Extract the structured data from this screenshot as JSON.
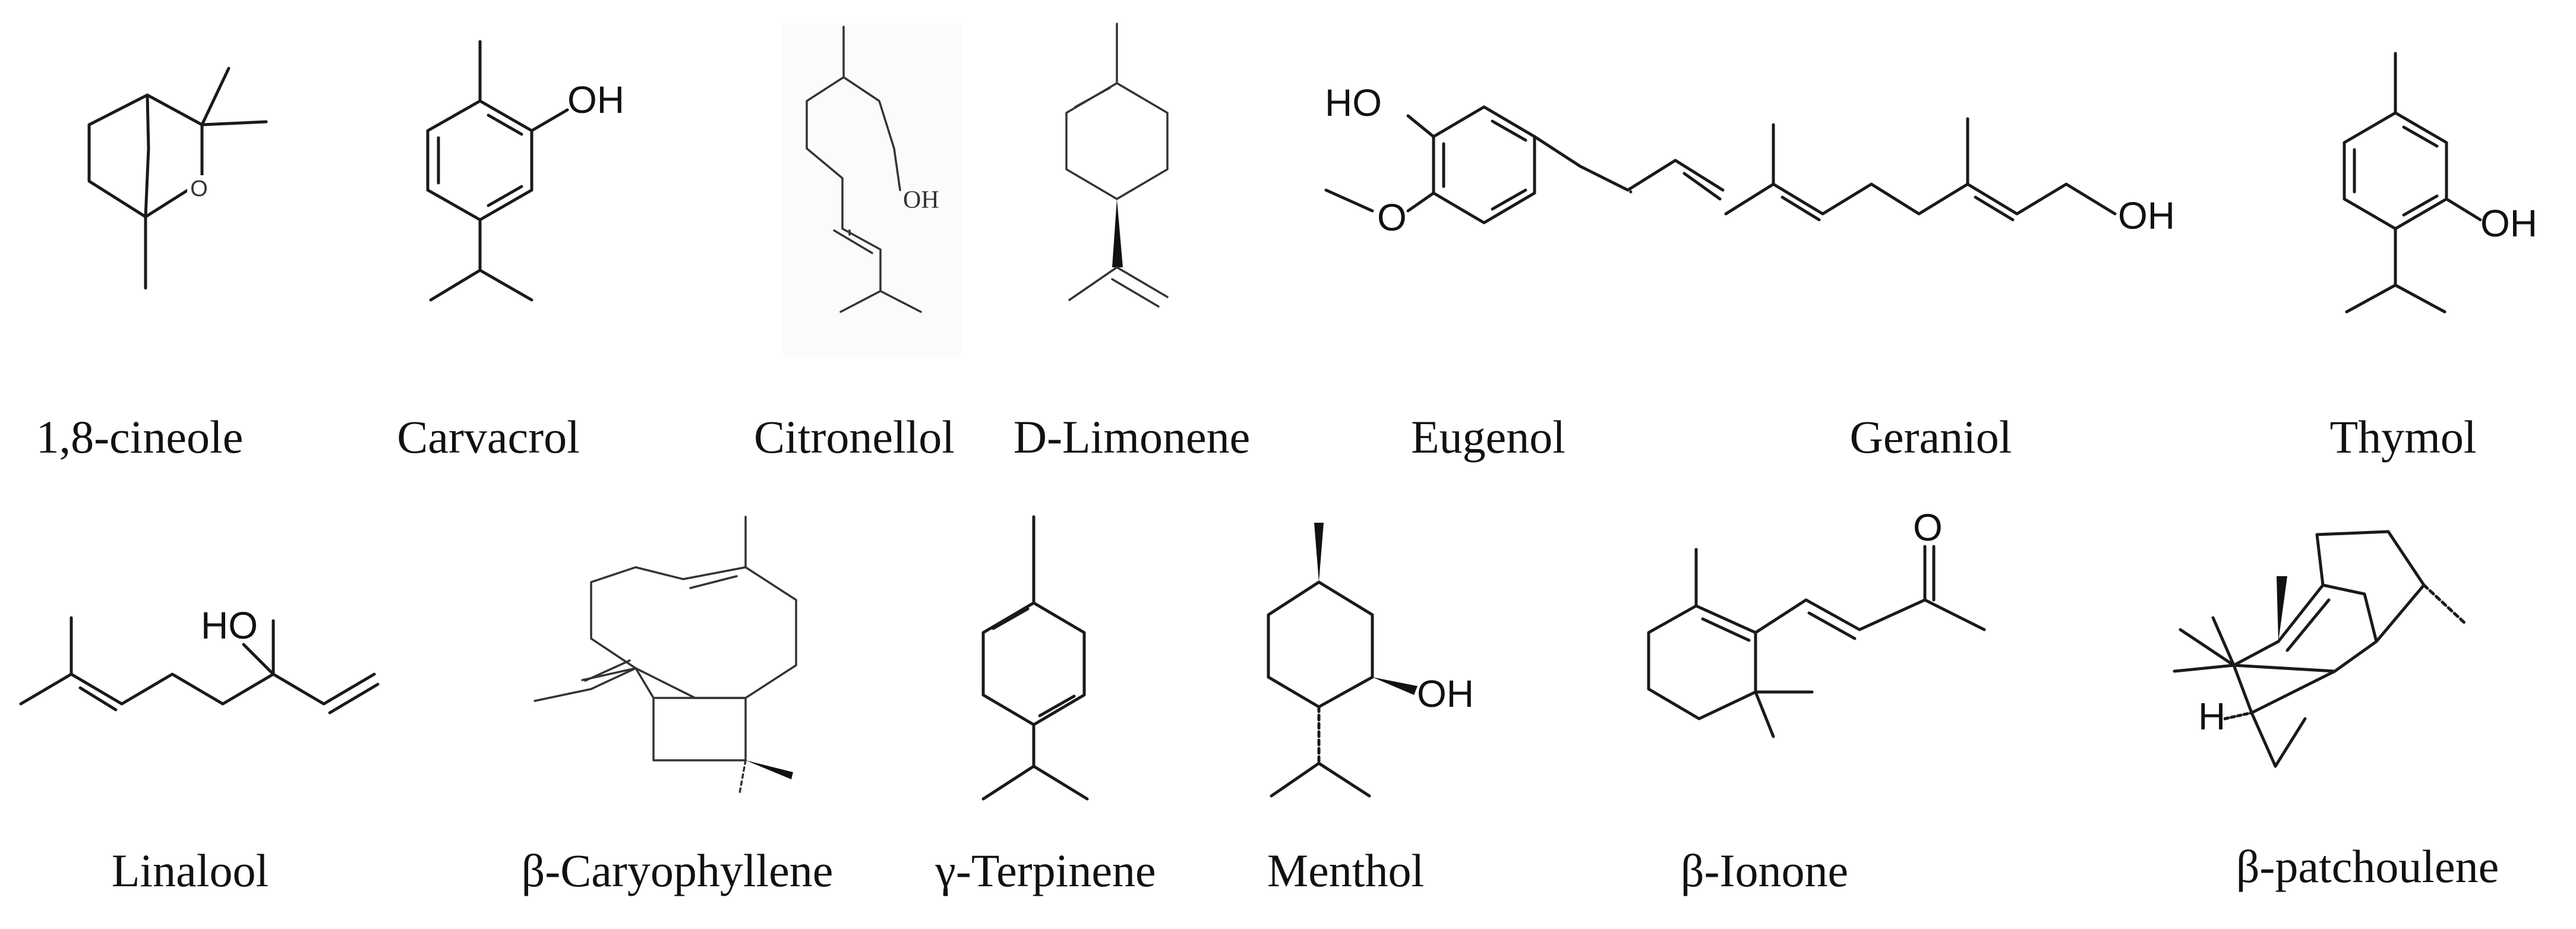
{
  "figure": {
    "background_color": "#ffffff",
    "ink_color": "#111111"
  },
  "compounds": [
    {
      "id": "cineole",
      "name": "1,8-cineole",
      "atom_labels": [
        "O"
      ]
    },
    {
      "id": "carvacrol",
      "name": "Carvacrol",
      "atom_labels": [
        "OH"
      ]
    },
    {
      "id": "citronellol",
      "name": "Citronellol",
      "atom_labels": [
        "OH"
      ]
    },
    {
      "id": "limonene",
      "name": "D-Limonene",
      "atom_labels": []
    },
    {
      "id": "eugenol",
      "name": "Eugenol",
      "atom_labels": [
        "HO",
        "O"
      ]
    },
    {
      "id": "geraniol",
      "name": "Geraniol",
      "atom_labels": [
        "OH"
      ]
    },
    {
      "id": "thymol",
      "name": "Thymol",
      "atom_labels": [
        "OH"
      ]
    },
    {
      "id": "linalool",
      "name": "Linalool",
      "atom_labels": [
        "HO"
      ]
    },
    {
      "id": "caryophyllene",
      "name": "β-Caryophyllene",
      "atom_labels": []
    },
    {
      "id": "terpinene",
      "name": "γ-Terpinene",
      "atom_labels": []
    },
    {
      "id": "menthol",
      "name": "Menthol",
      "atom_labels": [
        "OH"
      ]
    },
    {
      "id": "ionone",
      "name": "β-Ionone",
      "atom_labels": [
        "O"
      ]
    },
    {
      "id": "patchoulene",
      "name": "β-patchoulene",
      "atom_labels": [
        "H"
      ]
    }
  ]
}
